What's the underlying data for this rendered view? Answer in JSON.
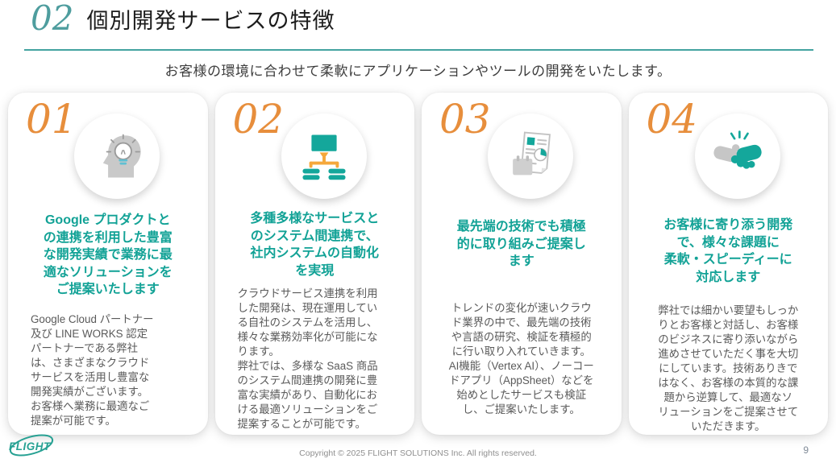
{
  "slide": {
    "section_number": "02",
    "title": "個別開発サービスの特徴",
    "subtitle": "お客様の環境に合わせて柔軟にアプリケーションやツールの開発をいたします。",
    "copyright": "Copyright © 2025 FLIGHT SOLUTIONS Inc. All rights reserved.",
    "page_number": "9",
    "logo_text": "FLIGHT"
  },
  "colors": {
    "accent_teal": "#12A296",
    "header_teal": "#4E9D9E",
    "accent_orange": "#E78E3C",
    "icon_teal": "#14A79B",
    "icon_orange": "#F5A83B",
    "icon_gray": "#C8C8C8",
    "body_gray": "#5a5a5a"
  },
  "cards": [
    {
      "number": "01",
      "icon": "head-lightbulb-icon",
      "title": "Google プロダクトと\nの連携を利用した豊富\nな開発実績で業務に最\n適なソリューションを\nご提案いたします",
      "body": "Google Cloud パートナー\n及び LINE WORKS 認定\nパートナーである弊社\nは、さまざまなクラウド\nサービスを活用し豊富な\n開発実績がございます。\nお客様へ業務に最適なご\n提案が可能です。"
    },
    {
      "number": "02",
      "icon": "system-network-icon",
      "title": "多種多様なサービスと\nのシステム間連携で、\n社内システムの自動化\nを実現",
      "body": "クラウドサービス連携を利用\nした開発は、現在運用してい\nる自社のシステムを活用し、\n様々な業務効率化が可能にな\nります。\n弊社では、多様な SaaS 商品\nのシステム間連携の開発に豊\n富な実績があり、自動化にお\nける最適ソリューションをご\n提案することが可能です。"
    },
    {
      "number": "03",
      "icon": "report-chart-icon",
      "title": "最先端の技術でも積極\n的に取り組みご提案し\nます",
      "body": "トレンドの変化が速いクラウ\nド業界の中で、最先端の技術\nや言語の研究、検証を積極的\nに行い取り入れていきます。\nAI機能（Vertex AI）、ノーコー\nドアプリ（AppSheet）などを\n始めとしたサービスも検証\nし、ご提案いたします。"
    },
    {
      "number": "04",
      "icon": "handshake-icon",
      "title": "お客様に寄り添う開発\nで、様々な課題に\n柔軟・スピーディーに\n対応します",
      "body": "弊社では細かい要望もしっか\nりとお客様と対話し、お客様\nのビジネスに寄り添いながら\n進めさせていただく事を大切\nにしています。技術ありきで\nはなく、お客様の本質的な課\n題から逆算して、最適なソ\nリューションをご提案させて\nいただきます。"
    }
  ]
}
